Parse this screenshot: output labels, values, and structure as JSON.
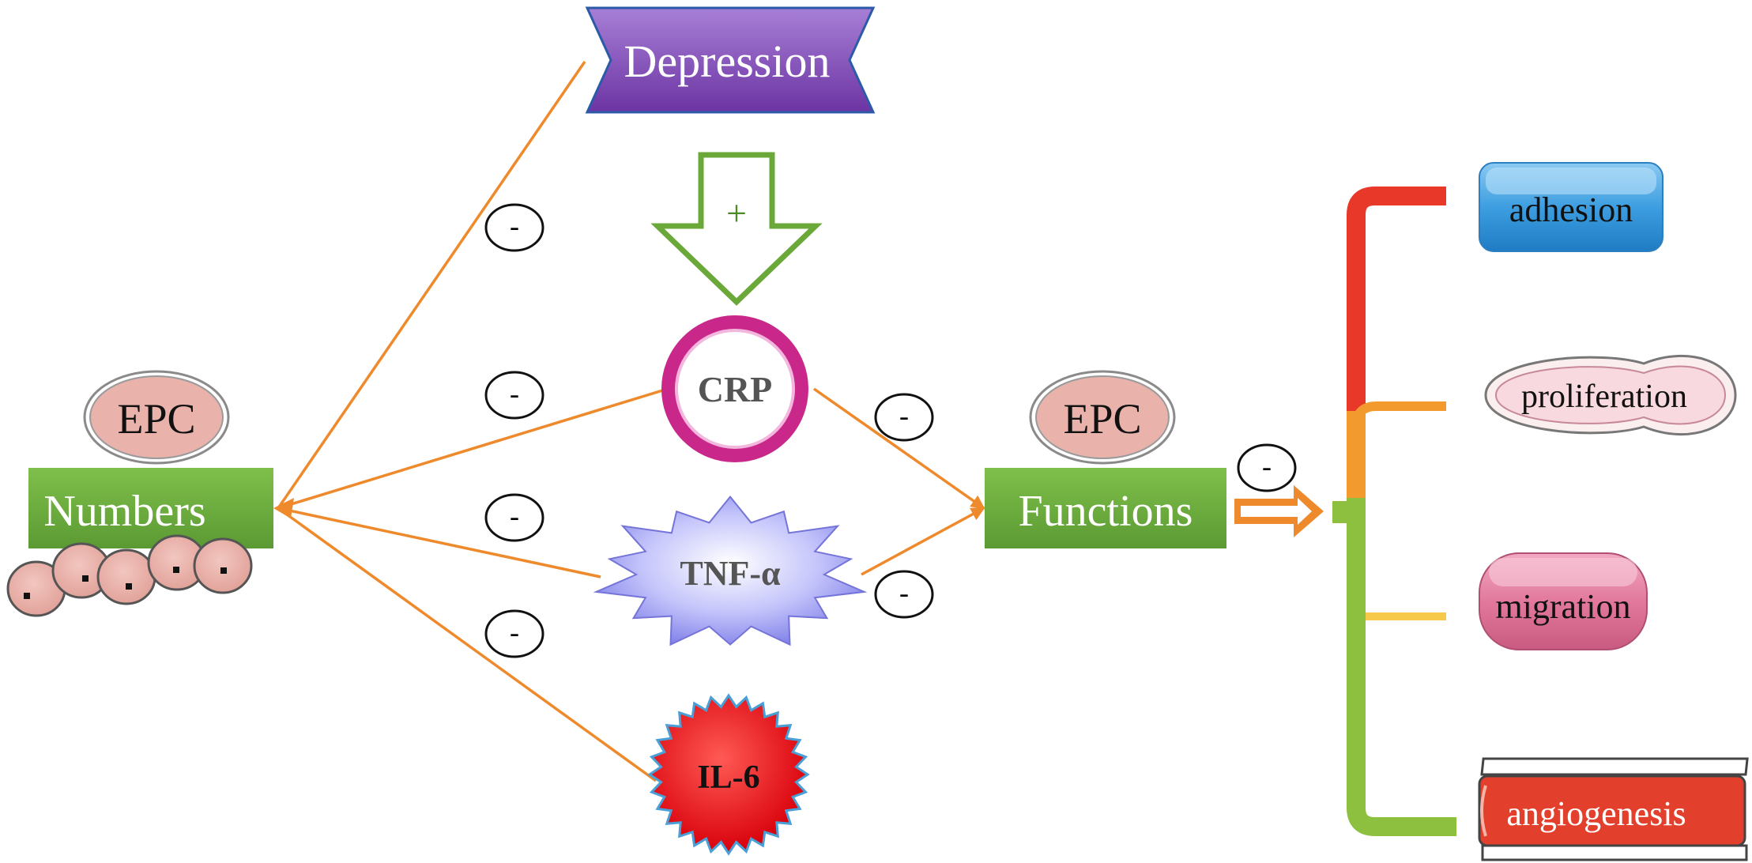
{
  "nodes": {
    "depression": "Depression",
    "crp": "CRP",
    "tnf": "TNF-α",
    "il6": "IL-6",
    "epc_left": "EPC",
    "numbers": "Numbers",
    "epc_right": "EPC",
    "functions": "Functions"
  },
  "signs": {
    "plus": "+",
    "minus": "-"
  },
  "outcomes": {
    "adhesion": "adhesion",
    "proliferation": "proliferation",
    "migration": "migration",
    "angiogenesis": "angiogenesis"
  },
  "colors": {
    "line": "#ef8a2c",
    "box_green": "#6aaa3c",
    "epc_fill": "#e9b3ac",
    "depression": "#8a4fbf",
    "plus_arrow": "#6aa83a",
    "crp_ring": "#c9288a",
    "tnf": "#8f8ff0",
    "il6": "#e8111a",
    "bracket_red": "#e8382a",
    "bracket_orange": "#f39a2f",
    "bracket_yellow": "#f6c94a",
    "bracket_green": "#8dc03f",
    "adhesion": "#3a95d8",
    "migration": "#d96a92",
    "angiogenesis": "#e2402c"
  }
}
